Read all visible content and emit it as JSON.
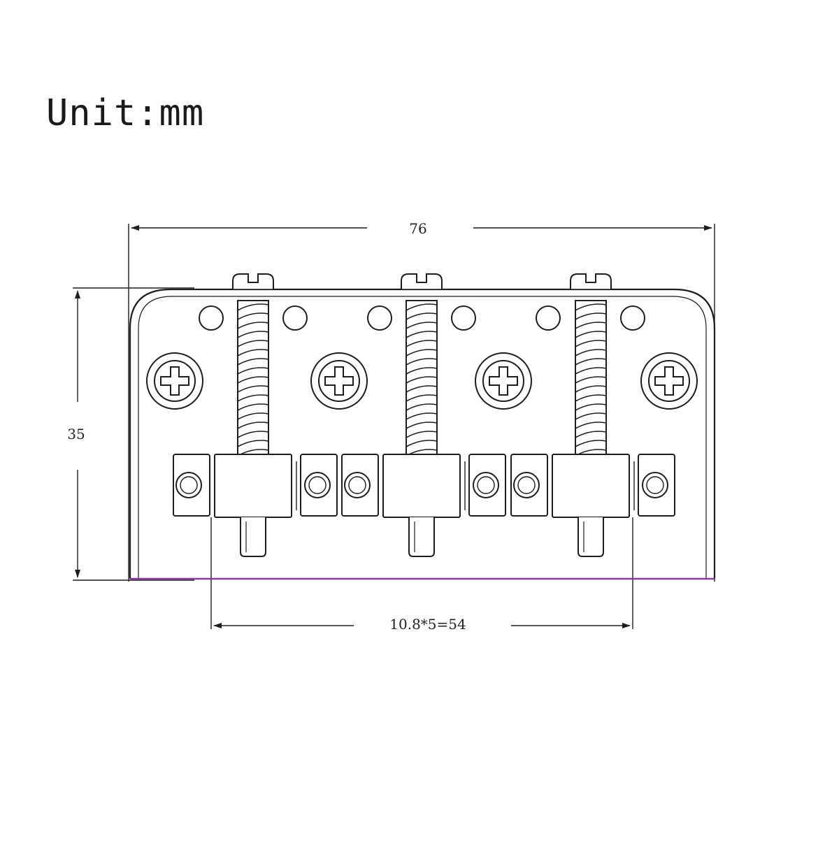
{
  "unit_label": "Unit:mm",
  "dimensions": {
    "width": "76",
    "height": "35",
    "saddle_spacing": "10.8*5=54"
  },
  "colors": {
    "line": "#1e1e1e",
    "background": "#ffffff",
    "bottom_edge_tint": "#8a3a9a"
  }
}
